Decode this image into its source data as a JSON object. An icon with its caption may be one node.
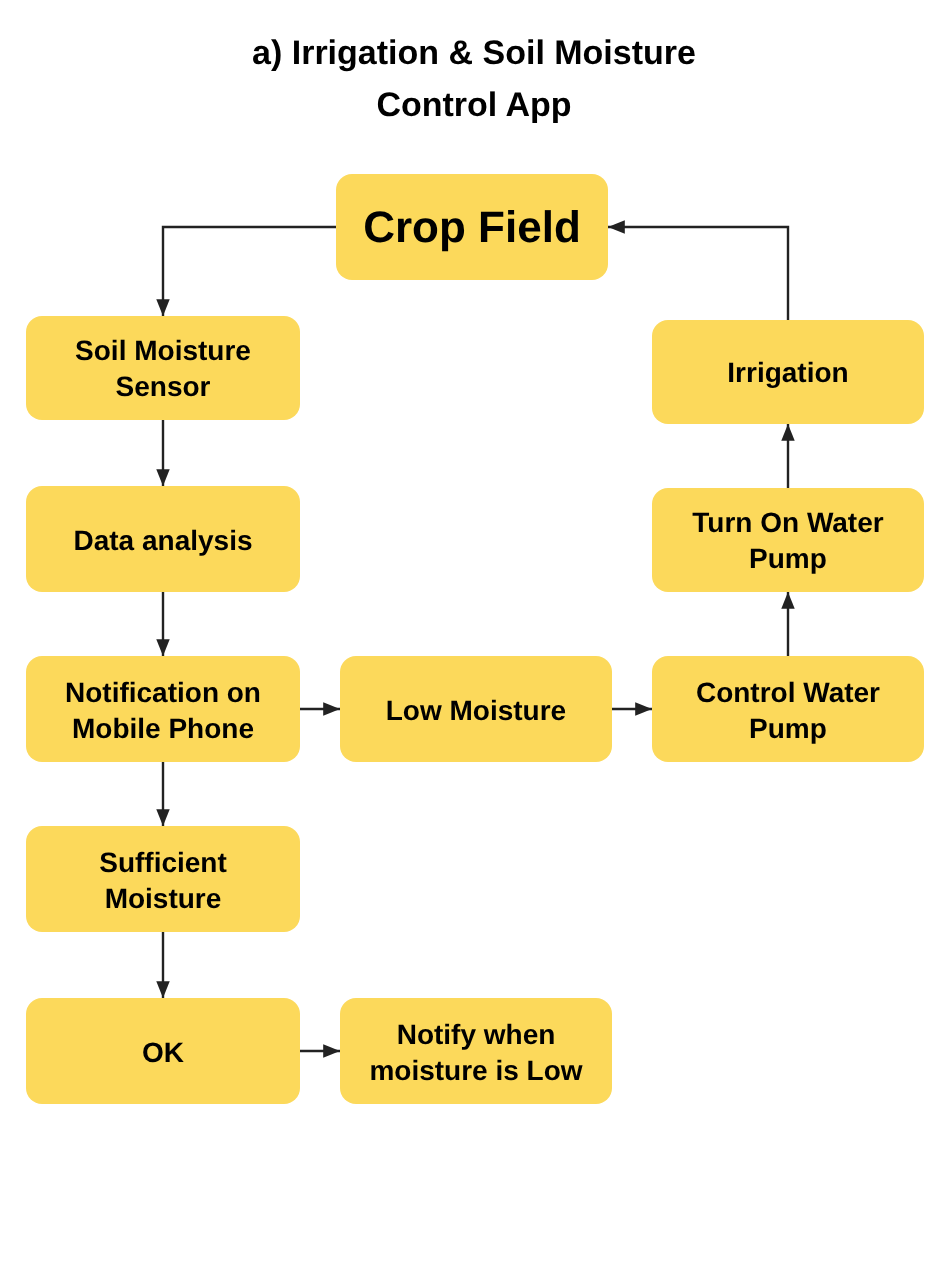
{
  "diagram": {
    "title": "a) Irrigation & Soil Moisture Control App",
    "nodes": [
      {
        "text": [
          "Crop Field"
        ]
      },
      {
        "text": [
          "Soil Moisture Sensor"
        ]
      },
      {
        "text": [
          "Data analysis"
        ]
      },
      {
        "text": [
          "Notification on Mobile Phone"
        ]
      },
      {
        "text": [
          "Low Moisture"
        ]
      },
      {
        "text": [
          "Control Water Pump"
        ]
      },
      {
        "text": [
          "Turn On Water Pump"
        ]
      },
      {
        "text": [
          "Irrigation"
        ]
      },
      {
        "text": [
          "Sufficient Moisture"
        ]
      },
      {
        "text": [
          "OK"
        ]
      },
      {
        "text": [
          "Notify when moisture is Low"
        ]
      }
    ],
    "edges": [
      {
        "from": 0,
        "to": 1,
        "arrow": "to"
      },
      {
        "from": 1,
        "to": 2,
        "arrow": "to"
      },
      {
        "from": 2,
        "to": 3,
        "arrow": "to"
      },
      {
        "from": 3,
        "to": 4,
        "arrow": "to"
      },
      {
        "from": 4,
        "to": 5,
        "arrow": "to"
      },
      {
        "from": 5,
        "to": 6,
        "arrow": "to"
      },
      {
        "from": 6,
        "to": 7,
        "arrow": "to"
      },
      {
        "from": 7,
        "to": 0,
        "arrow": "to"
      },
      {
        "from": 3,
        "to": 8,
        "arrow": "to"
      },
      {
        "from": 8,
        "to": 9,
        "arrow": "to"
      },
      {
        "from": 9,
        "to": 10,
        "arrow": "to"
      }
    ]
  }
}
